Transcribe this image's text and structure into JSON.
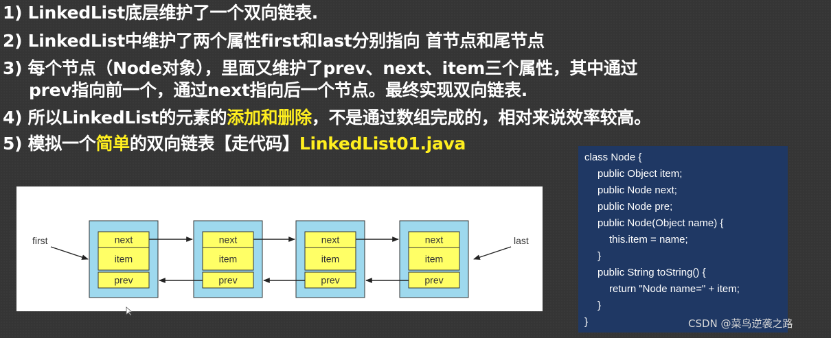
{
  "heading_lines": {
    "l1": "1) LinkedList底层维护了一个双向链表.",
    "l2": "2) LinkedList中维护了两个属性first和last分别指向 首节点和尾节点",
    "l3": "3) 每个节点（Node对象），里面又维护了prev、next、item三个属性，其中通过",
    "l3b": "prev指向前一个，通过next指向后一个节点。最终实现双向链表.",
    "l4_a": "4) 所以LinkedList的元素的",
    "l4_hl": "添加和删除",
    "l4_b": "，不是通过数组完成的，相对来说效率较高。",
    "l5_a": "5) 模拟一个",
    "l5_hl": "简单",
    "l5_b": "的双向链表【走代码】",
    "l5_file": "LinkedList01.java"
  },
  "diagram": {
    "first_label": "first",
    "last_label": "last",
    "nodes": [
      {
        "next": "next",
        "item": "item",
        "prev": "prev"
      },
      {
        "next": "next",
        "item": "item",
        "prev": "prev"
      },
      {
        "next": "next",
        "item": "item",
        "prev": "prev"
      },
      {
        "next": "next",
        "item": "item",
        "prev": "prev"
      }
    ],
    "colors": {
      "outer": "#9ed9ee",
      "field": "#ffff66",
      "border": "#333333"
    }
  },
  "code_lines": [
    "class Node {",
    "public Object item;",
    "public Node next;",
    "public Node pre;",
    "public Node(Object name) {",
    "this.item = name;",
    "}",
    "public String toString() {",
    "return \"Node name=\" + item;",
    "}",
    "}"
  ],
  "watermark": "CSDN @菜鸟逆袭之路",
  "colors": {
    "highlight": "#ffef1f",
    "code_bg": "#1f3864",
    "page_bg": "#353535"
  }
}
